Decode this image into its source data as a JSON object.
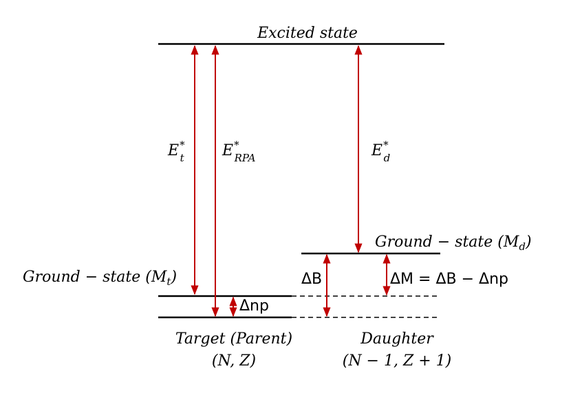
{
  "colors": {
    "arrow": "#c00000",
    "line": "#000000"
  },
  "labels": {
    "excited_state": "Excited state",
    "ground_state_target": {
      "text": "Ground − state (",
      "symbol": "M",
      "subscript": "t",
      "close": ")"
    },
    "ground_state_daughter": {
      "text": "Ground − state (",
      "symbol": "M",
      "subscript": "d",
      "close": ")"
    },
    "et": {
      "symbol": "E",
      "superscript": "*",
      "subscript": "t"
    },
    "erpa": {
      "symbol": "E",
      "superscript": "*",
      "subscript": "RPA"
    },
    "ed": {
      "symbol": "E",
      "superscript": "*",
      "subscript": "d"
    },
    "delta_np": "Δnp",
    "delta_b": "ΔB",
    "delta_m_eq": "ΔM = ΔB − Δnp",
    "target_name": "Target (Parent)",
    "target_nz": "(N, Z)",
    "daughter_name": "Daughter",
    "daughter_nz": "(N − 1, Z + 1)"
  }
}
